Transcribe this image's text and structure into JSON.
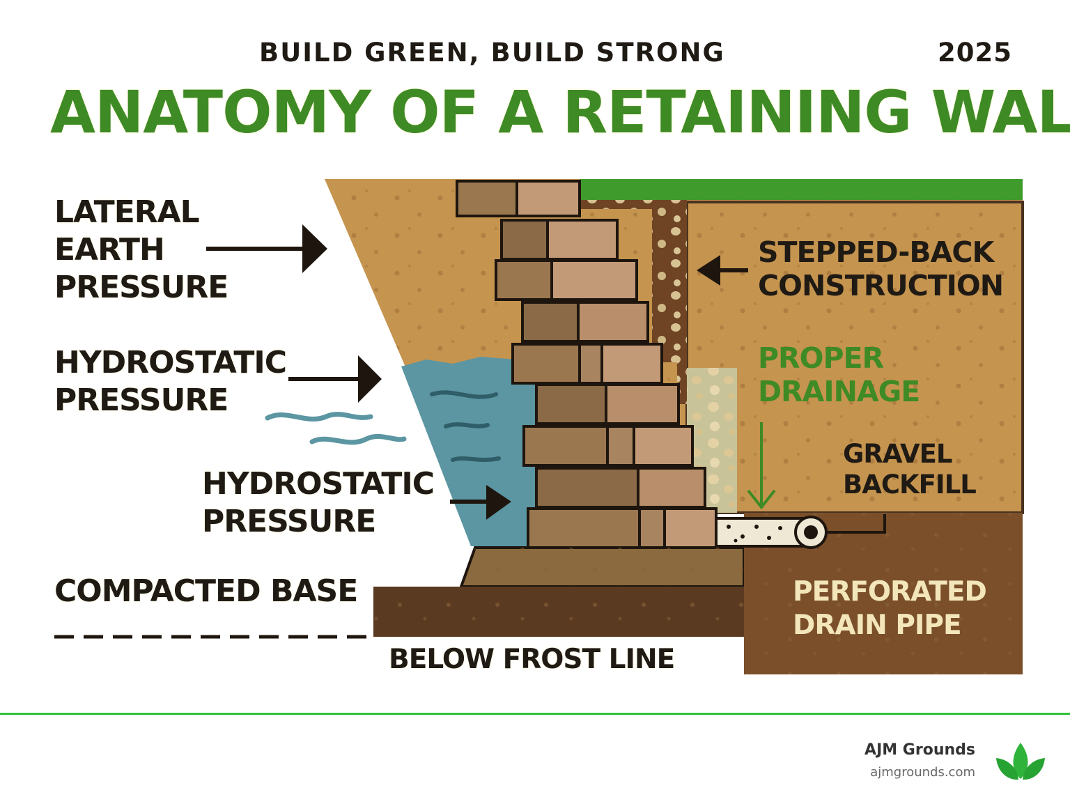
{
  "header": {
    "kicker": "BUILD GREEN, BUILD STRONG",
    "year": "2025",
    "title": "ANATOMY OF A RETAINING WALL"
  },
  "labels": {
    "lateral": [
      "LATERAL",
      "EARTH",
      "PRESSURE"
    ],
    "hydrostatic_1": [
      "HYDROSTATIC",
      "PRESSURE"
    ],
    "hydrostatic_2": [
      "HYDROSTATIC",
      "PRESSURE"
    ],
    "compacted_base": "COMPACTED BASE",
    "below_frost_line": "BELOW FROST LINE",
    "stepped_back": [
      "STEPPED-BACK",
      "CONSTRUCTION"
    ],
    "proper_drainage": [
      "PROPER",
      "DRAINAGE"
    ],
    "gravel_backfill": [
      "GRAVEL",
      "BACKFILL"
    ],
    "perforated_pipe": [
      "PERFORATED",
      "DRAIN PIPE"
    ]
  },
  "brand": {
    "name": "AJM Grounds",
    "url": "ajmgrounds.com"
  },
  "colors": {
    "accent_green": "#3e8a25",
    "soil": "#c5944f",
    "water": "#5b96a2",
    "dark_base": "#5b3a22",
    "footer_rule": "#2fc23a"
  },
  "icons": [
    "leaf-icon",
    "arrow-right-icon",
    "arrow-left-icon",
    "arrow-down-icon"
  ]
}
